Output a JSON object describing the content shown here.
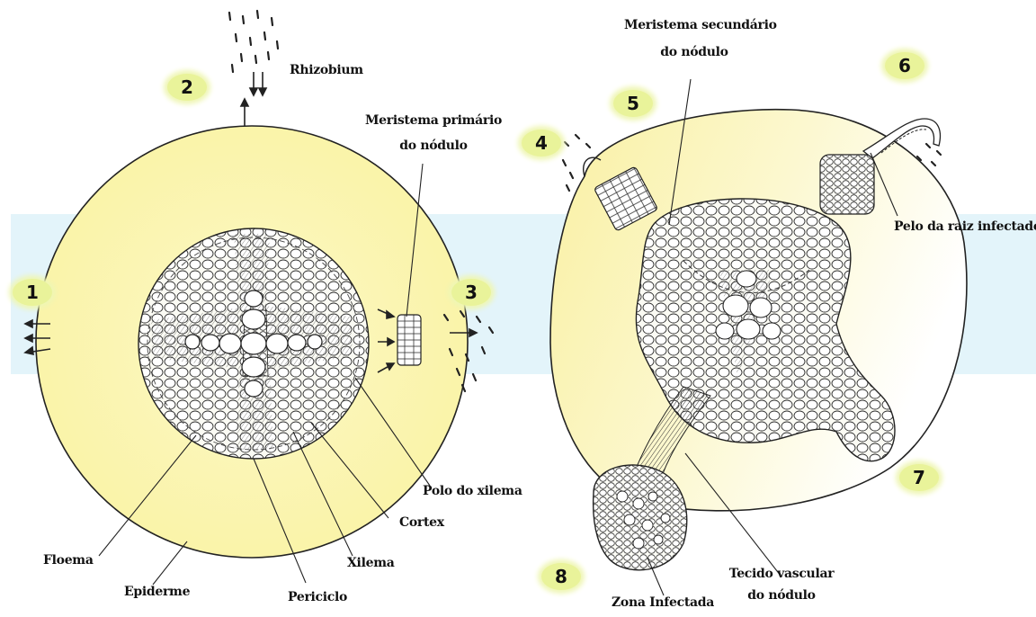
{
  "labels": {
    "rhizobium": "Rhizobium",
    "meristema_primario_1": "Meristema primário",
    "meristema_primario_2": "do nódulo",
    "polo_xilema": "Polo do xilema",
    "cortex": "Cortex",
    "floema": "Floema",
    "xilema": "Xilema",
    "epiderme": "Epiderme",
    "periciclo": "Periciclo",
    "meristema_secundario_1": "Meristema secundário",
    "meristema_secundario_2": "do nódulo",
    "pelo_raiz": "Pelo da raiz infectado",
    "tecido_vascular_1": "Tecido vascular",
    "tecido_vascular_2": "do nódulo",
    "zona_infectada": "Zona Infectada"
  },
  "stages": [
    "1",
    "2",
    "3",
    "4",
    "5",
    "6",
    "7",
    "8"
  ],
  "colors": {
    "cortex_fill": "#fbf6b0",
    "background_band": "#e3f4fa",
    "badge": "#e9f39a",
    "ink": "#1a1a1a"
  }
}
